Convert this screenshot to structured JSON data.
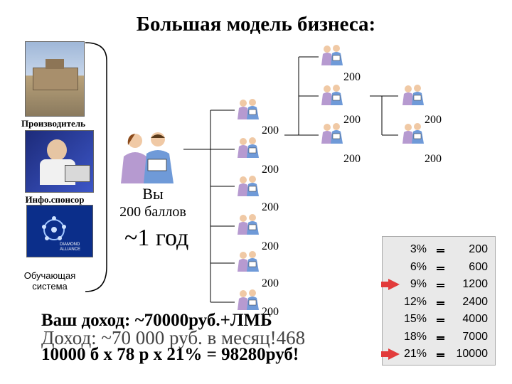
{
  "title": "Большая модель бизнеса:",
  "sidebar": {
    "items": [
      {
        "label": "Производитель"
      },
      {
        "label": "Инфо.спонсор"
      },
      {
        "label": "Обучающая система"
      }
    ],
    "screen_text": "DIAMOND ALLIANCE"
  },
  "you": {
    "name": "Вы",
    "points": "200 баллов",
    "time": "~1 год"
  },
  "tree_points": {
    "first_level": [
      "200",
      "200",
      "200",
      "200",
      "200",
      "200"
    ],
    "second_level": [
      "200",
      "200",
      "200"
    ],
    "third_level": [
      "200",
      "200"
    ]
  },
  "table": {
    "rows": [
      {
        "pct": "3%",
        "pts": "200"
      },
      {
        "pct": "6%",
        "pts": "600"
      },
      {
        "pct": "9%",
        "pts": "1200"
      },
      {
        "pct": "12%",
        "pts": "2400"
      },
      {
        "pct": "15%",
        "pts": "4000"
      },
      {
        "pct": "18%",
        "pts": "7000"
      },
      {
        "pct": "21%",
        "pts": "10000"
      }
    ],
    "arrow_rows": [
      2,
      6
    ],
    "arrow_color": "#e23b3b"
  },
  "income": {
    "line1": "Ваш доход: ~70000руб.+ЛМБ",
    "line2": "Доход: ~70 000 руб. в месяц!468",
    "line3": "10000 б x 78 р x 21% = 98280руб!"
  },
  "colors": {
    "line": "#000000",
    "income_red": "#e03a2a",
    "table_bg": "#e9e9e9"
  }
}
